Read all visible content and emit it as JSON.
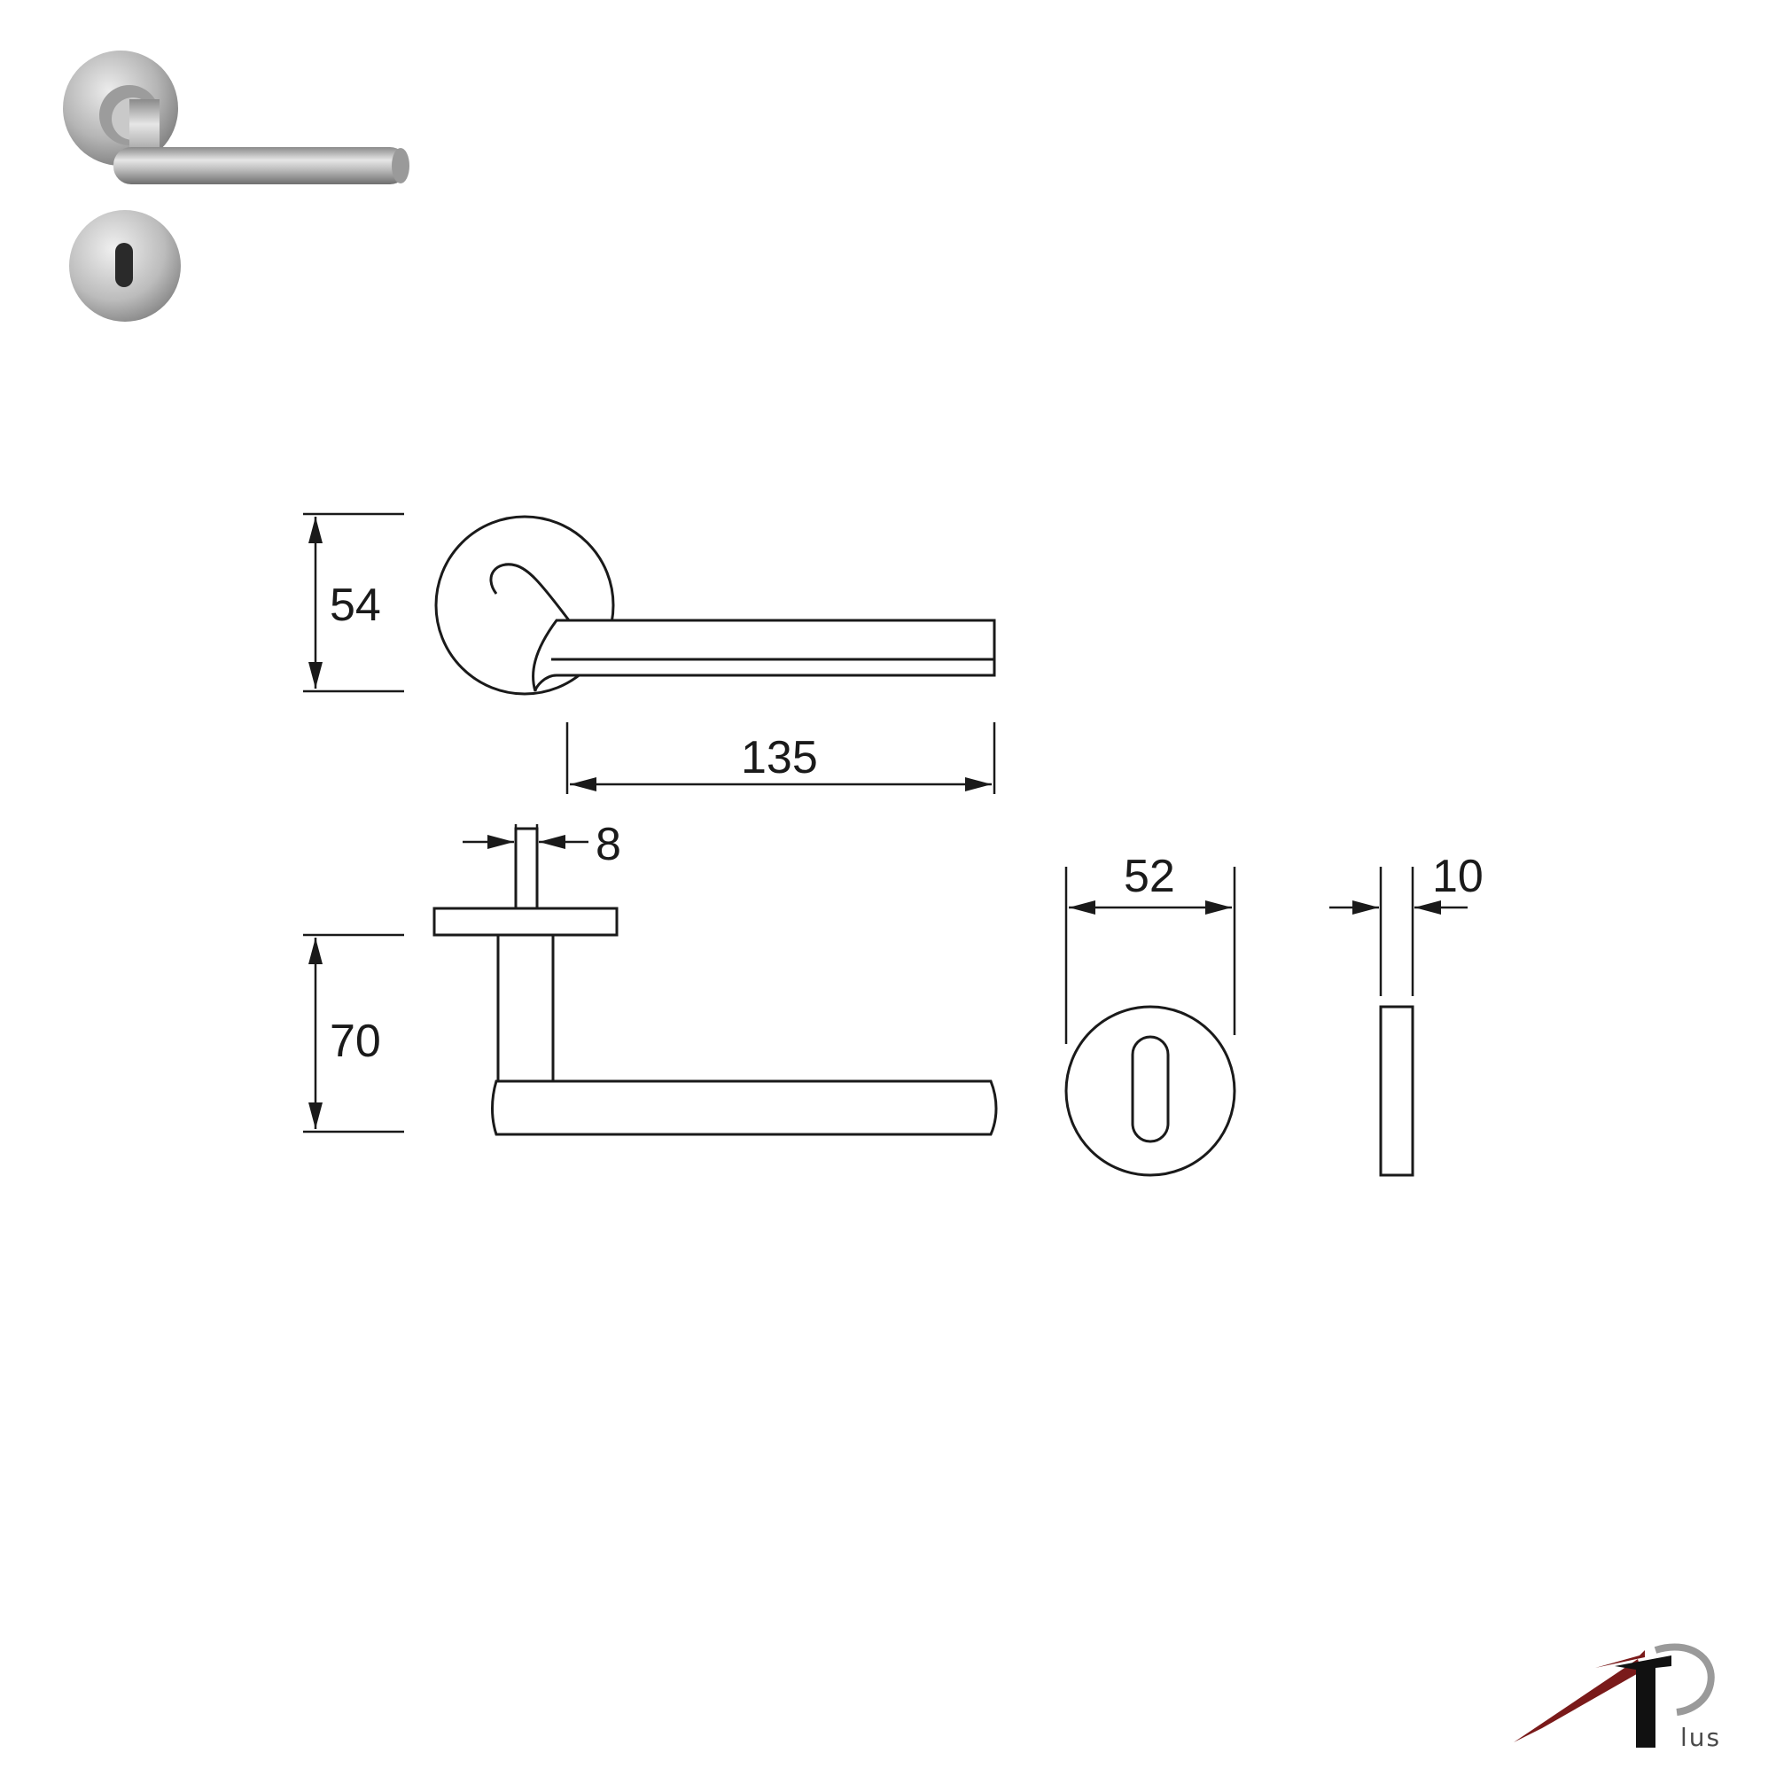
{
  "photo": {
    "handle_name": "lever-handle-rose-photo",
    "escutcheon_name": "escutcheon-photo",
    "metal_light": "#d9d9d9",
    "metal_mid": "#a8a8a8",
    "metal_dark": "#6f6f6f"
  },
  "dimensions": {
    "rose_diameter": "54",
    "lever_length": "135",
    "spindle_width": "8",
    "lever_height": "70",
    "escutcheon_diameter": "52",
    "escutcheon_thickness": "10"
  },
  "logo": {
    "suffix": "lus",
    "color_red": "#7a1a1a",
    "color_black": "#111111"
  },
  "colors": {
    "line": "#1a1a1a",
    "background": "#ffffff"
  }
}
